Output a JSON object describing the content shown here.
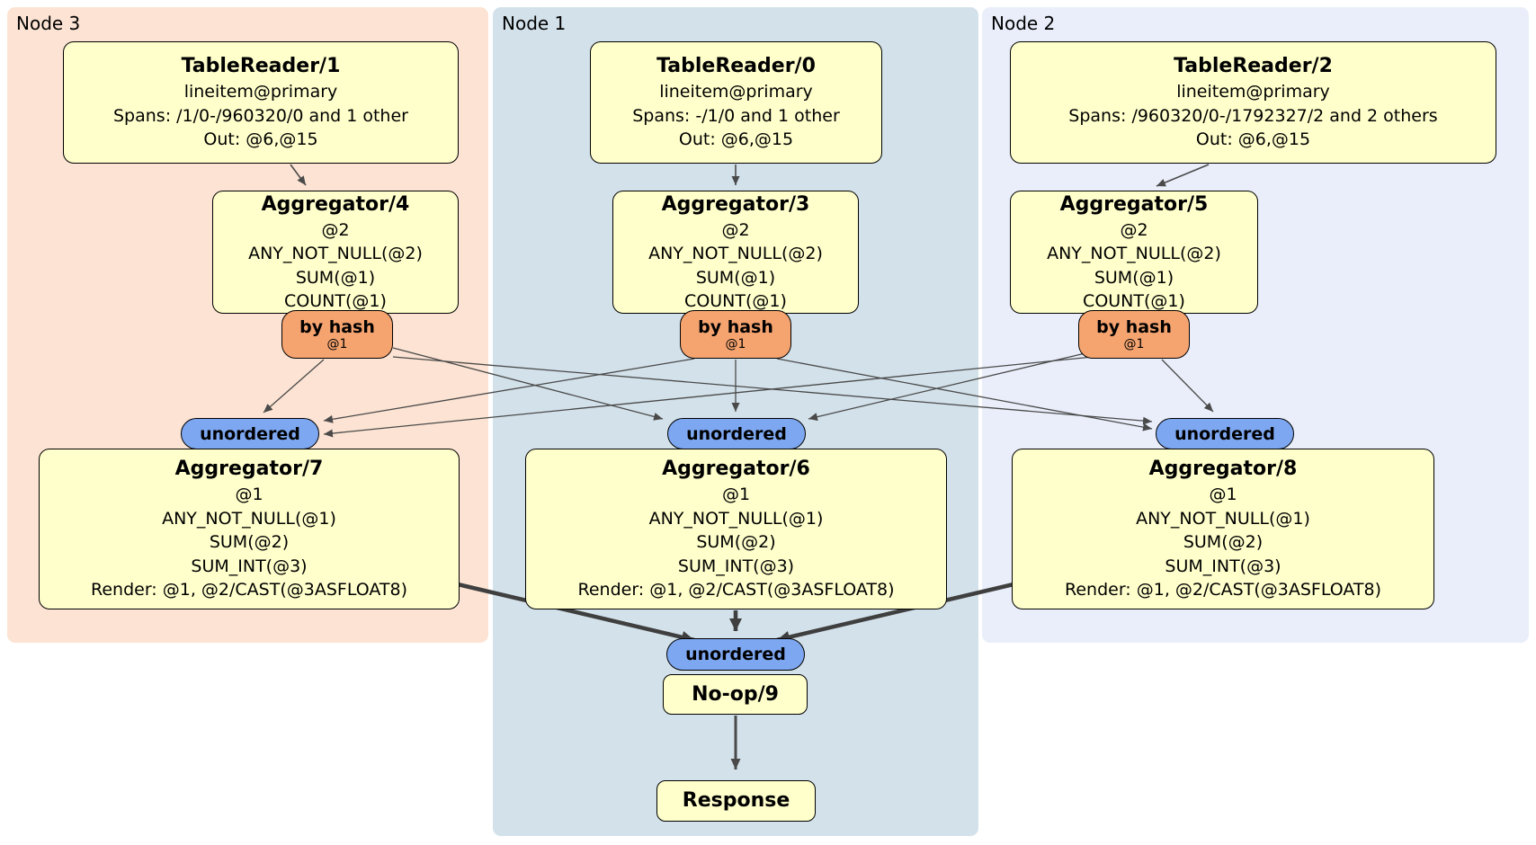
{
  "panels": {
    "node3": {
      "label": "Node 3"
    },
    "node1": {
      "label": "Node 1"
    },
    "node2": {
      "label": "Node 2"
    }
  },
  "nodes": {
    "tr1": {
      "title": "TableReader/1",
      "lines": [
        "lineitem@primary",
        "Spans: /1/0-/960320/0 and 1 other",
        "Out: @6,@15"
      ]
    },
    "tr0": {
      "title": "TableReader/0",
      "lines": [
        "lineitem@primary",
        "Spans: -/1/0 and 1 other",
        "Out: @6,@15"
      ]
    },
    "tr2": {
      "title": "TableReader/2",
      "lines": [
        "lineitem@primary",
        "Spans: /960320/0-/1792327/2 and 2 others",
        "Out: @6,@15"
      ]
    },
    "agg4": {
      "title": "Aggregator/4",
      "lines": [
        "@2",
        "ANY_NOT_NULL(@2)",
        "SUM(@1)",
        "COUNT(@1)"
      ]
    },
    "agg3": {
      "title": "Aggregator/3",
      "lines": [
        "@2",
        "ANY_NOT_NULL(@2)",
        "SUM(@1)",
        "COUNT(@1)"
      ]
    },
    "agg5": {
      "title": "Aggregator/5",
      "lines": [
        "@2",
        "ANY_NOT_NULL(@2)",
        "SUM(@1)",
        "COUNT(@1)"
      ]
    },
    "agg7": {
      "title": "Aggregator/7",
      "lines": [
        "@1",
        "ANY_NOT_NULL(@1)",
        "SUM(@2)",
        "SUM_INT(@3)",
        "Render: @1, @2/CAST(@3ASFLOAT8)"
      ]
    },
    "agg6": {
      "title": "Aggregator/6",
      "lines": [
        "@1",
        "ANY_NOT_NULL(@1)",
        "SUM(@2)",
        "SUM_INT(@3)",
        "Render: @1, @2/CAST(@3ASFLOAT8)"
      ]
    },
    "agg8": {
      "title": "Aggregator/8",
      "lines": [
        "@1",
        "ANY_NOT_NULL(@1)",
        "SUM(@2)",
        "SUM_INT(@3)",
        "Render: @1, @2/CAST(@3ASFLOAT8)"
      ]
    },
    "noop": {
      "title": "No-op/9"
    },
    "response": {
      "title": "Response"
    }
  },
  "pills": {
    "by_hash": {
      "label": "by hash",
      "sub": "@1"
    },
    "unordered": {
      "label": "unordered"
    }
  },
  "colors": {
    "box_fill": "#ffffcc",
    "pill_hash": "#f5a470",
    "pill_unordered": "#7da7f0",
    "panel_node3": "#fce3d3",
    "panel_node1": "#d3e1ea",
    "panel_node2": "#e9eefa",
    "edge_thin": "#4a4a4a",
    "edge_thick": "#3f3f3f"
  }
}
